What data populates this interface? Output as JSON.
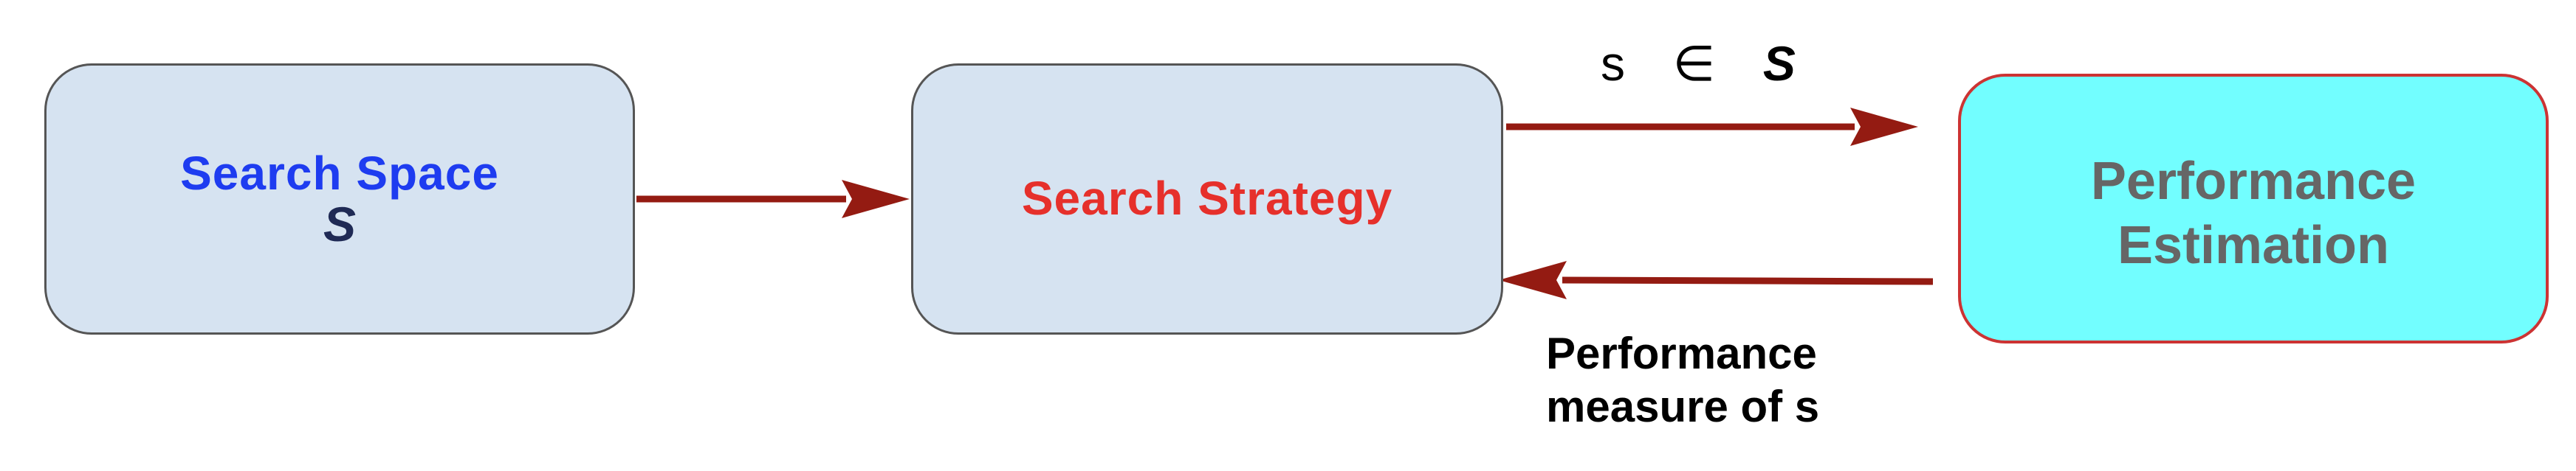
{
  "colors": {
    "box_fill": "#d6e3f1",
    "estimation_fill": "#72feff",
    "arrow": "#941b12",
    "space_text": "#1e3cf0",
    "space_symbol": "#1f2a55",
    "strategy_text": "#e6302b",
    "estimation_text": "#666666"
  },
  "search_space": {
    "title": "Search Space",
    "symbol": "S"
  },
  "search_strategy": {
    "title": "Search Strategy"
  },
  "performance_estimation": {
    "line1": "Performance",
    "line2": "Estimation"
  },
  "edges": {
    "candidate": {
      "element": "s",
      "relation": "∈",
      "set": "S"
    },
    "feedback": {
      "line1": "Performance",
      "line2": "measure of s"
    }
  }
}
